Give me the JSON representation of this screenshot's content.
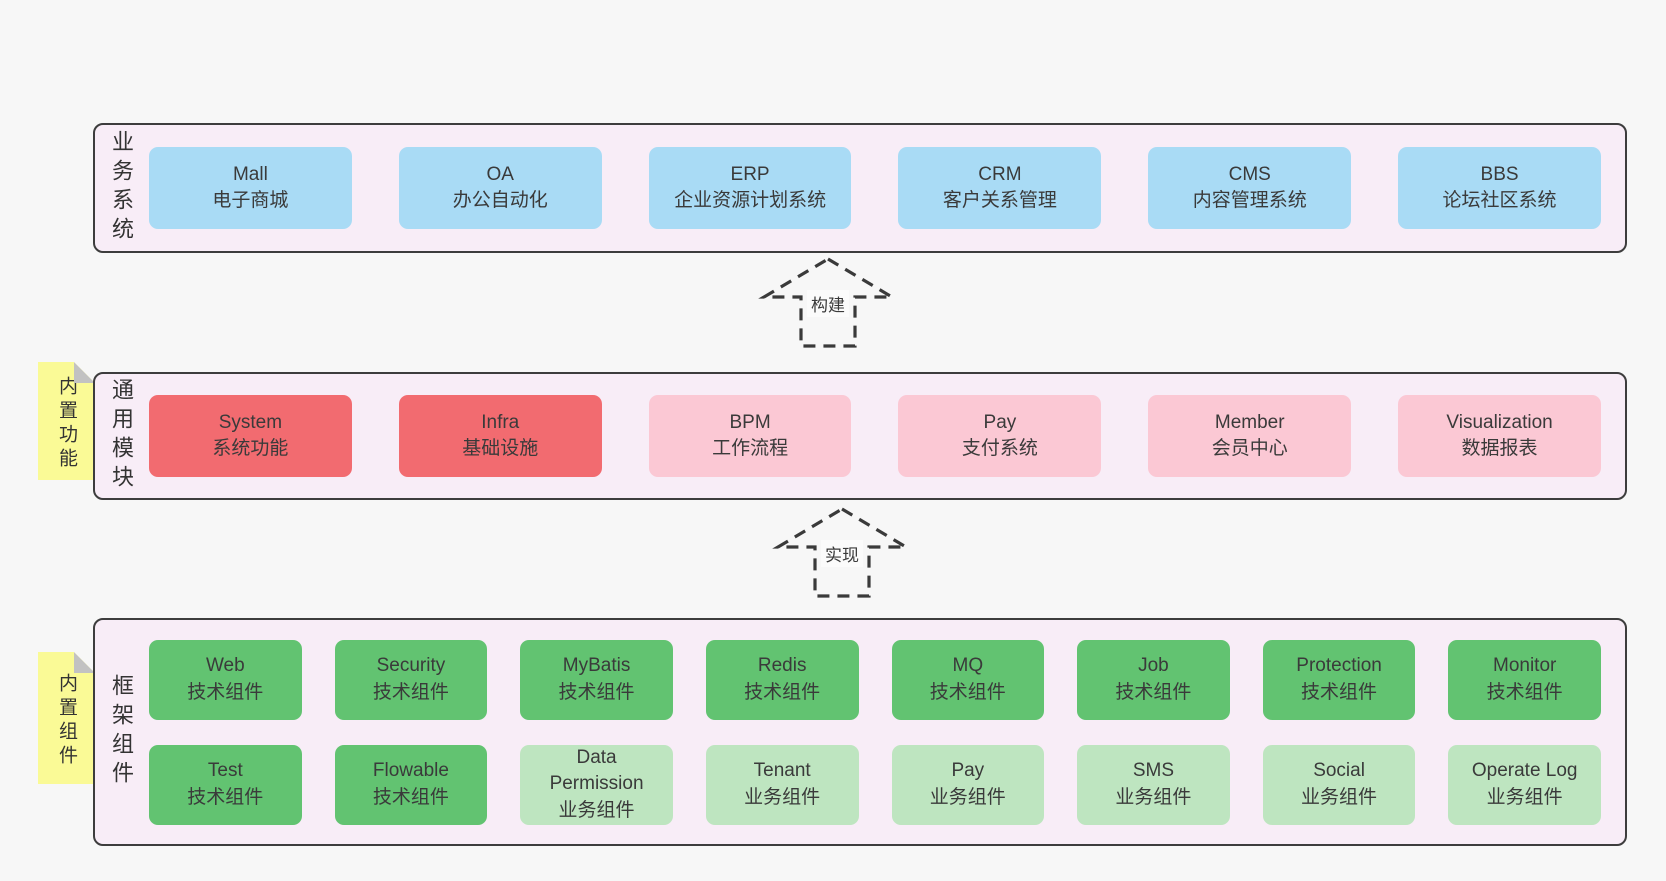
{
  "colors": {
    "page_bg": "#f7f7f7",
    "panel_bg": "#f8edf7",
    "panel_border": "#3d3d3d",
    "box_blue": "#a9dbf5",
    "box_red": "#f26b70",
    "box_pink": "#fbc8d4",
    "box_green_dark": "#62c371",
    "box_green_light": "#bee5c0",
    "note_yellow": "#fafa96",
    "note_fold_gray": "#c2c2c2",
    "text": "#3a3a3a"
  },
  "notes": [
    {
      "label": "内置功能"
    },
    {
      "label": "内置组件"
    }
  ],
  "arrows": [
    {
      "label": "构建"
    },
    {
      "label": "实现"
    }
  ],
  "panels": [
    {
      "label": "业务系统",
      "boxes": [
        {
          "title": "Mall",
          "subtitle": "电子商城"
        },
        {
          "title": "OA",
          "subtitle": "办公自动化"
        },
        {
          "title": "ERP",
          "subtitle": "企业资源计划系统"
        },
        {
          "title": "CRM",
          "subtitle": "客户关系管理"
        },
        {
          "title": "CMS",
          "subtitle": "内容管理系统"
        },
        {
          "title": "BBS",
          "subtitle": "论坛社区系统"
        }
      ]
    },
    {
      "label": "通用模块",
      "boxes": [
        {
          "title": "System",
          "subtitle": "系统功能"
        },
        {
          "title": "Infra",
          "subtitle": "基础设施"
        },
        {
          "title": "BPM",
          "subtitle": "工作流程"
        },
        {
          "title": "Pay",
          "subtitle": "支付系统"
        },
        {
          "title": "Member",
          "subtitle": "会员中心"
        },
        {
          "title": "Visualization",
          "subtitle": "数据报表"
        }
      ]
    },
    {
      "label": "框架组件",
      "rows": [
        [
          {
            "title": "Web",
            "subtitle": "技术组件"
          },
          {
            "title": "Security",
            "subtitle": "技术组件"
          },
          {
            "title": "MyBatis",
            "subtitle": "技术组件"
          },
          {
            "title": "Redis",
            "subtitle": "技术组件"
          },
          {
            "title": "MQ",
            "subtitle": "技术组件"
          },
          {
            "title": "Job",
            "subtitle": "技术组件"
          },
          {
            "title": "Protection",
            "subtitle": "技术组件"
          },
          {
            "title": "Monitor",
            "subtitle": "技术组件"
          }
        ],
        [
          {
            "title": "Test",
            "subtitle": "技术组件"
          },
          {
            "title": "Flowable",
            "subtitle": "技术组件"
          },
          {
            "title": "Data Permission",
            "subtitle": "业务组件"
          },
          {
            "title": "Tenant",
            "subtitle": "业务组件"
          },
          {
            "title": "Pay",
            "subtitle": "业务组件"
          },
          {
            "title": "SMS",
            "subtitle": "业务组件"
          },
          {
            "title": "Social",
            "subtitle": "业务组件"
          },
          {
            "title": "Operate Log",
            "subtitle": "业务组件"
          }
        ]
      ]
    }
  ]
}
